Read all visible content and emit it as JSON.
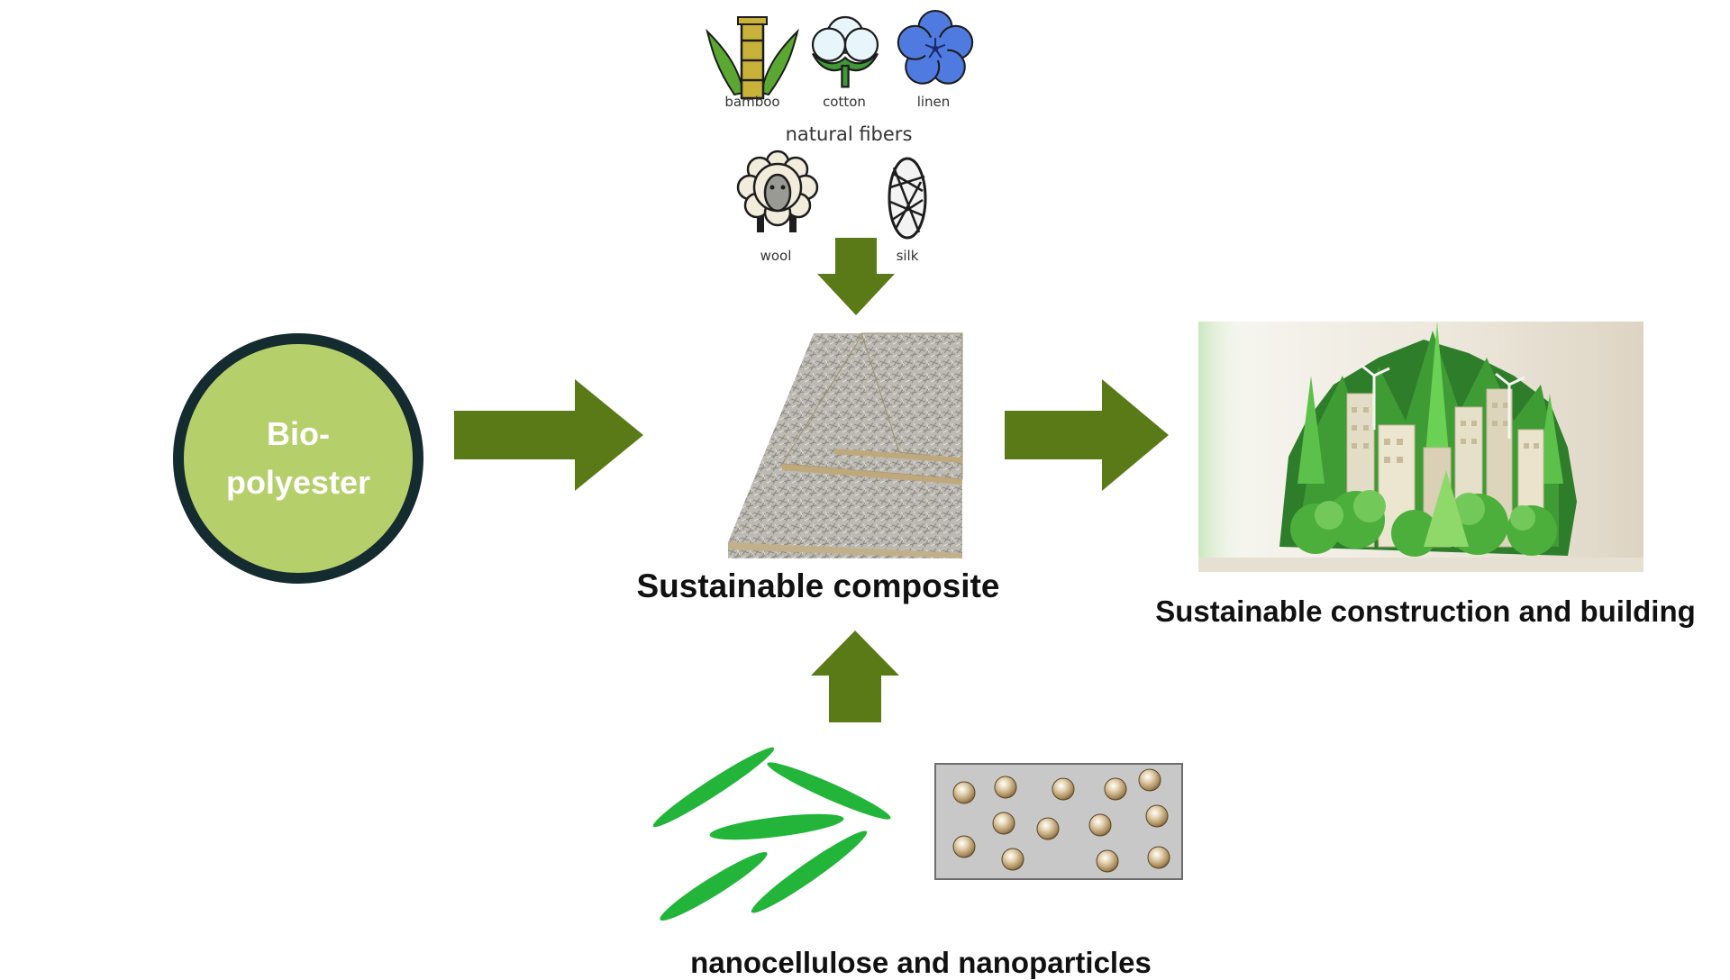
{
  "natural_fibers": {
    "group_label": "natural fibers",
    "items": [
      {
        "label": "bamboo",
        "icon": "bamboo-icon"
      },
      {
        "label": "cotton",
        "icon": "cotton-icon"
      },
      {
        "label": "linen",
        "icon": "linen-flower-icon"
      },
      {
        "label": "wool",
        "icon": "sheep-icon"
      },
      {
        "label": "silk",
        "icon": "silk-cocoon-icon"
      }
    ]
  },
  "bio_polyester": {
    "label": "Bio-polyester",
    "fill_color": "#b5cf6b",
    "border_color": "#142b30"
  },
  "composite": {
    "label": "Sustainable composite"
  },
  "construction": {
    "label": "Sustainable construction and building"
  },
  "nano": {
    "label": "nanocellulose and nanoparticles"
  },
  "colors": {
    "arrow": "#5a7a17",
    "nanocellulose": "#22b53a",
    "nanoparticle_panel": "#c8c8c8"
  }
}
